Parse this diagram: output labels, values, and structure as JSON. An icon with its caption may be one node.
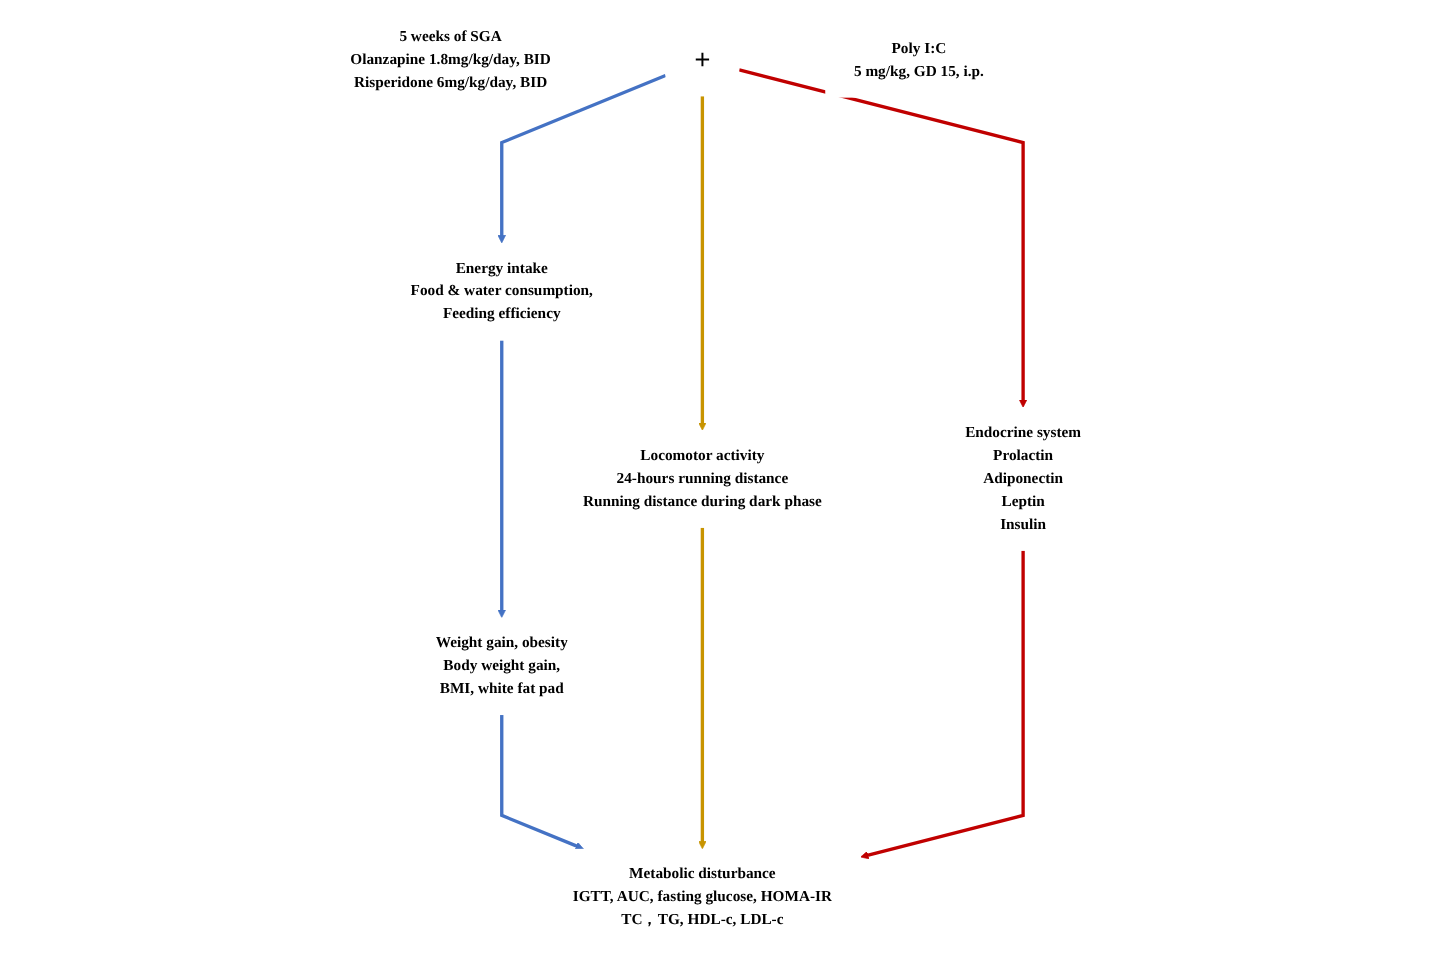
{
  "diagram": {
    "nodes": [
      {
        "text": [
          "5 weeks of SGA",
          "Olanzapine 1.8mg/kg/day, BID",
          "Risperidone  6mg/kg/day, BID"
        ]
      },
      {
        "text": [
          "+"
        ]
      },
      {
        "text": [
          "Poly I:C",
          "5 mg/kg, GD 15, i.p."
        ]
      },
      {
        "text": [
          "Energy intake",
          "Food & water consumption,",
          "Feeding efficiency"
        ]
      },
      {
        "text": [
          "Locomotor activity",
          "24-hours running distance",
          "Running distance during dark phase"
        ]
      },
      {
        "text": [
          "Endocrine system",
          "Prolactin",
          "Adiponectin",
          "Leptin",
          "Insulin"
        ]
      },
      {
        "text": [
          "Weight gain, obesity",
          "Body weight gain,",
          "BMI, white fat pad"
        ]
      },
      {
        "text": [
          "Metabolic disturbance",
          "IGTT, AUC, fasting glucose, HOMA-IR",
          "TC，TG, HDL-c, LDL-c"
        ]
      }
    ],
    "edges": [
      {
        "from": 1,
        "to": 3,
        "arrow": "to",
        "color": "#4472c4"
      },
      {
        "from": 1,
        "to": 4,
        "arrow": "to",
        "color": "#c89400"
      },
      {
        "from": 1,
        "to": 5,
        "arrow": "to",
        "color": "#c00000"
      },
      {
        "from": 3,
        "to": 6,
        "arrow": "to",
        "color": "#4472c4"
      },
      {
        "from": 6,
        "to": 7,
        "arrow": "to",
        "color": "#4472c4"
      },
      {
        "from": 4,
        "to": 7,
        "arrow": "to",
        "color": "#c89400"
      },
      {
        "from": 5,
        "to": 7,
        "arrow": "to",
        "color": "#c00000"
      }
    ]
  }
}
